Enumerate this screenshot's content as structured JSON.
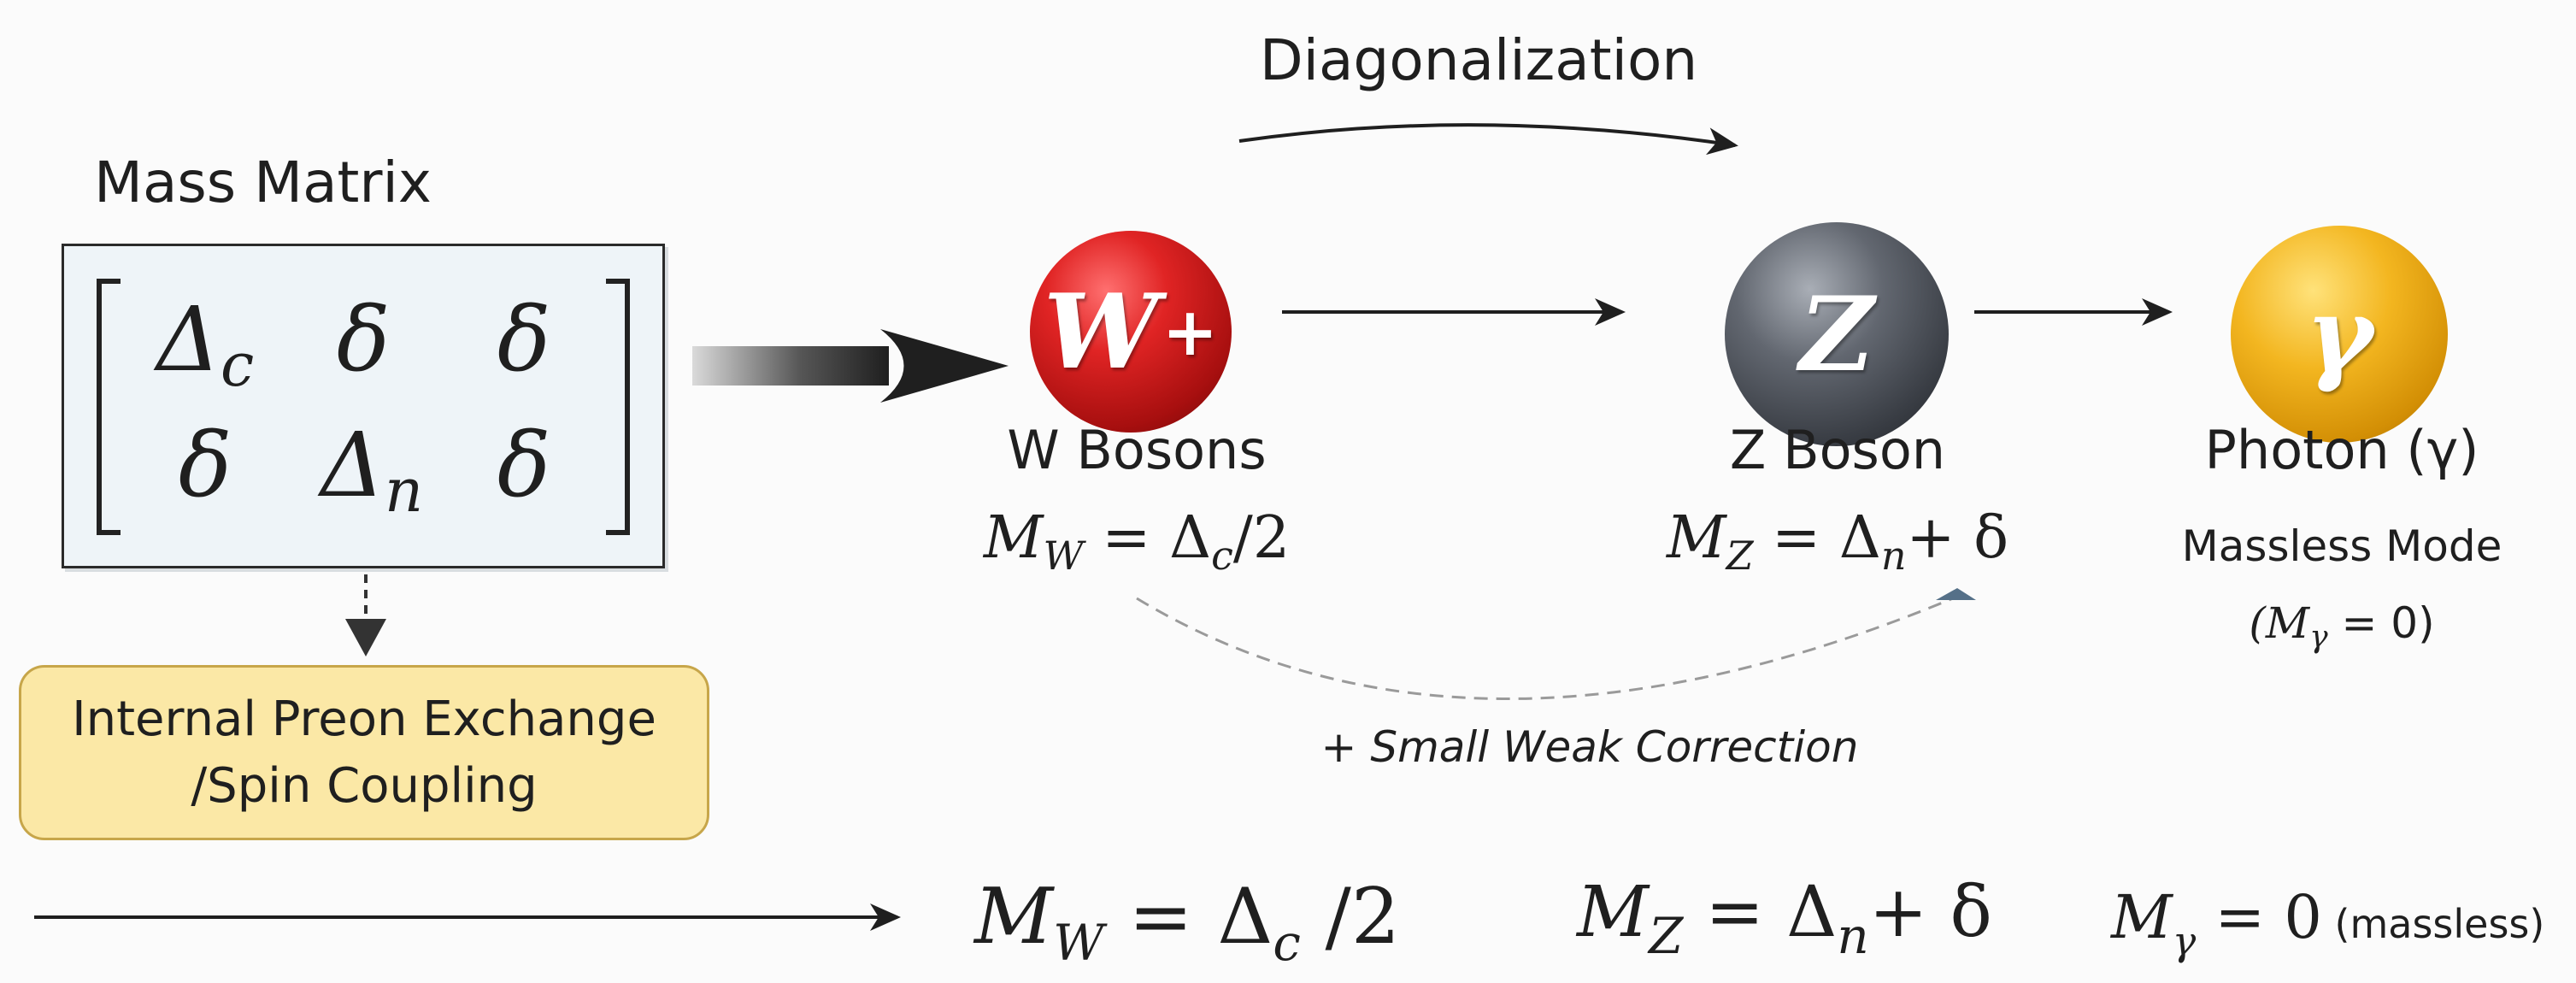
{
  "titles": {
    "diagonalization": "Diagonalization",
    "mass_matrix": "Mass Matrix"
  },
  "matrix": {
    "rows": [
      [
        {
          "base": "Δ",
          "sub": "c"
        },
        {
          "base": "δ",
          "sub": ""
        },
        {
          "base": "δ",
          "sub": ""
        }
      ],
      [
        {
          "base": "δ",
          "sub": ""
        },
        {
          "base": "Δ",
          "sub": "n"
        },
        {
          "base": "δ",
          "sub": ""
        }
      ]
    ]
  },
  "preon": {
    "line1": "Internal Preon Exchange",
    "line2": "/Spin Coupling"
  },
  "bosons": {
    "w": {
      "glyph": "W",
      "glyph_sup": "+",
      "label": "W Bosons",
      "formula": {
        "m": "M",
        "m_sub": "W",
        "rhs": " = Δ",
        "rhs_sub": "c",
        "tail": "/2"
      },
      "color": "#d92020"
    },
    "z": {
      "glyph": "Z",
      "label": "Z Boson",
      "formula": {
        "m": "M",
        "m_sub": "Z",
        "rhs": " = Δ",
        "rhs_sub": "n",
        "tail": "+ δ"
      },
      "color": "#4a4e55"
    },
    "photon": {
      "glyph": "γ",
      "label": "Photon (γ)",
      "mode_label": "Massless Mode",
      "mode_formula": {
        "open": "(M",
        "sub": "γ",
        "rest": " = 0)"
      },
      "color": "#f0b31c"
    }
  },
  "correction": "+ Small Weak Correction",
  "bottom": {
    "w": {
      "m": "M",
      "sub": "W",
      "rest": " = Δ",
      "rest_sub": "c",
      "tail": " /2"
    },
    "z": {
      "m": "M",
      "sub": "Z",
      "rest": " = Δ",
      "rest_sub": "n",
      "tail": "+ δ"
    },
    "photon": {
      "m": "M",
      "sub": "γ",
      "rest": " = 0",
      "note": " (massless)"
    }
  }
}
